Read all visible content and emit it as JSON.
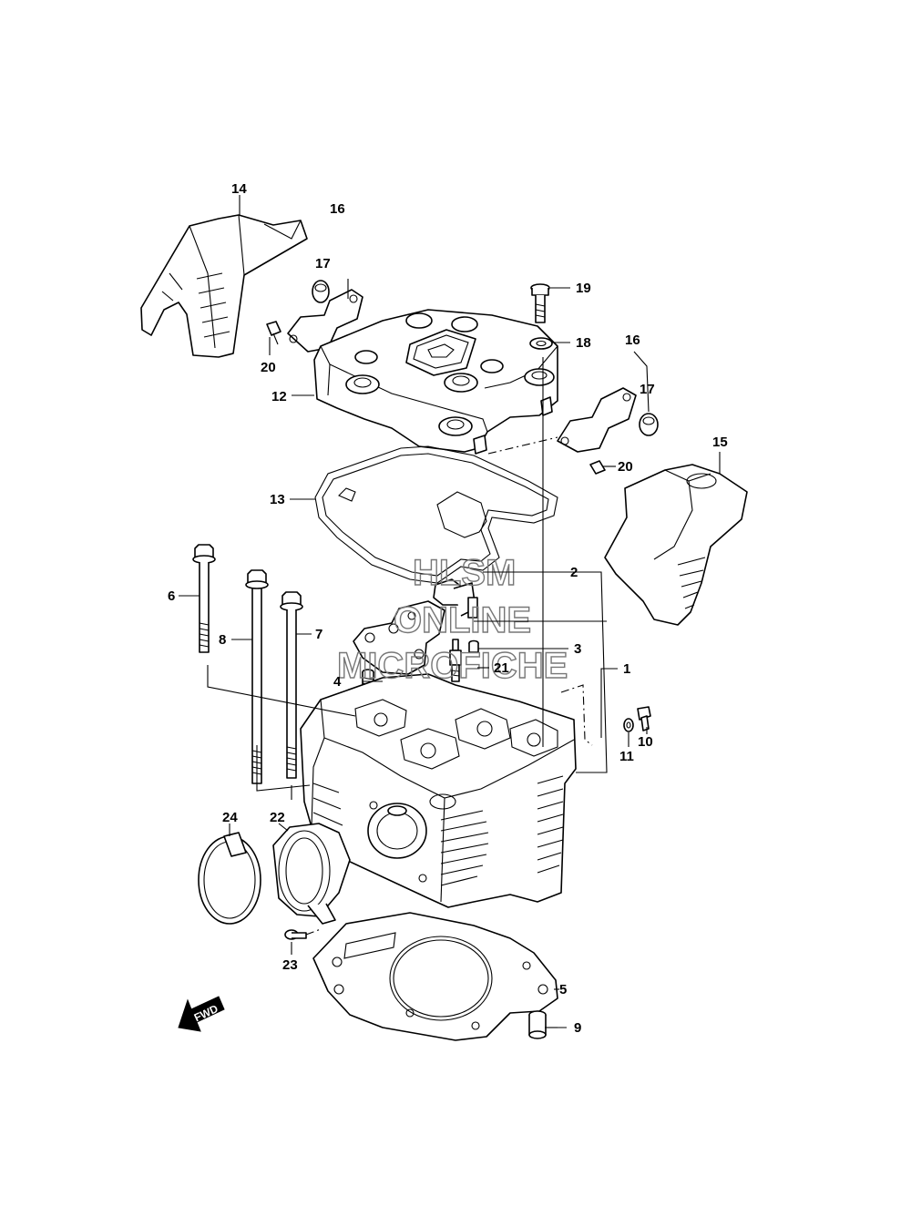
{
  "callouts": [
    {
      "id": "c1",
      "text": "1"
    },
    {
      "id": "c2",
      "text": "2"
    },
    {
      "id": "c3",
      "text": "3"
    },
    {
      "id": "c4",
      "text": "4"
    },
    {
      "id": "c5",
      "text": "5"
    },
    {
      "id": "c6",
      "text": "6"
    },
    {
      "id": "c7",
      "text": "7"
    },
    {
      "id": "c8",
      "text": "8"
    },
    {
      "id": "c9",
      "text": "9"
    },
    {
      "id": "c10",
      "text": "10"
    },
    {
      "id": "c11",
      "text": "11"
    },
    {
      "id": "c12",
      "text": "12"
    },
    {
      "id": "c13",
      "text": "13"
    },
    {
      "id": "c14",
      "text": "14"
    },
    {
      "id": "c15",
      "text": "15"
    },
    {
      "id": "c16a",
      "text": "16"
    },
    {
      "id": "c16b",
      "text": "16"
    },
    {
      "id": "c17a",
      "text": "17"
    },
    {
      "id": "c17b",
      "text": "17"
    },
    {
      "id": "c18",
      "text": "18"
    },
    {
      "id": "c19",
      "text": "19"
    },
    {
      "id": "c20a",
      "text": "20"
    },
    {
      "id": "c20b",
      "text": "20"
    },
    {
      "id": "c21",
      "text": "21"
    },
    {
      "id": "c22",
      "text": "22"
    },
    {
      "id": "c23",
      "text": "23"
    },
    {
      "id": "c24",
      "text": "24"
    }
  ],
  "watermark": {
    "line1": "HLSM",
    "line2": "ONLINE",
    "line3": "MICROFICHE"
  },
  "fwd_label": "FWD"
}
